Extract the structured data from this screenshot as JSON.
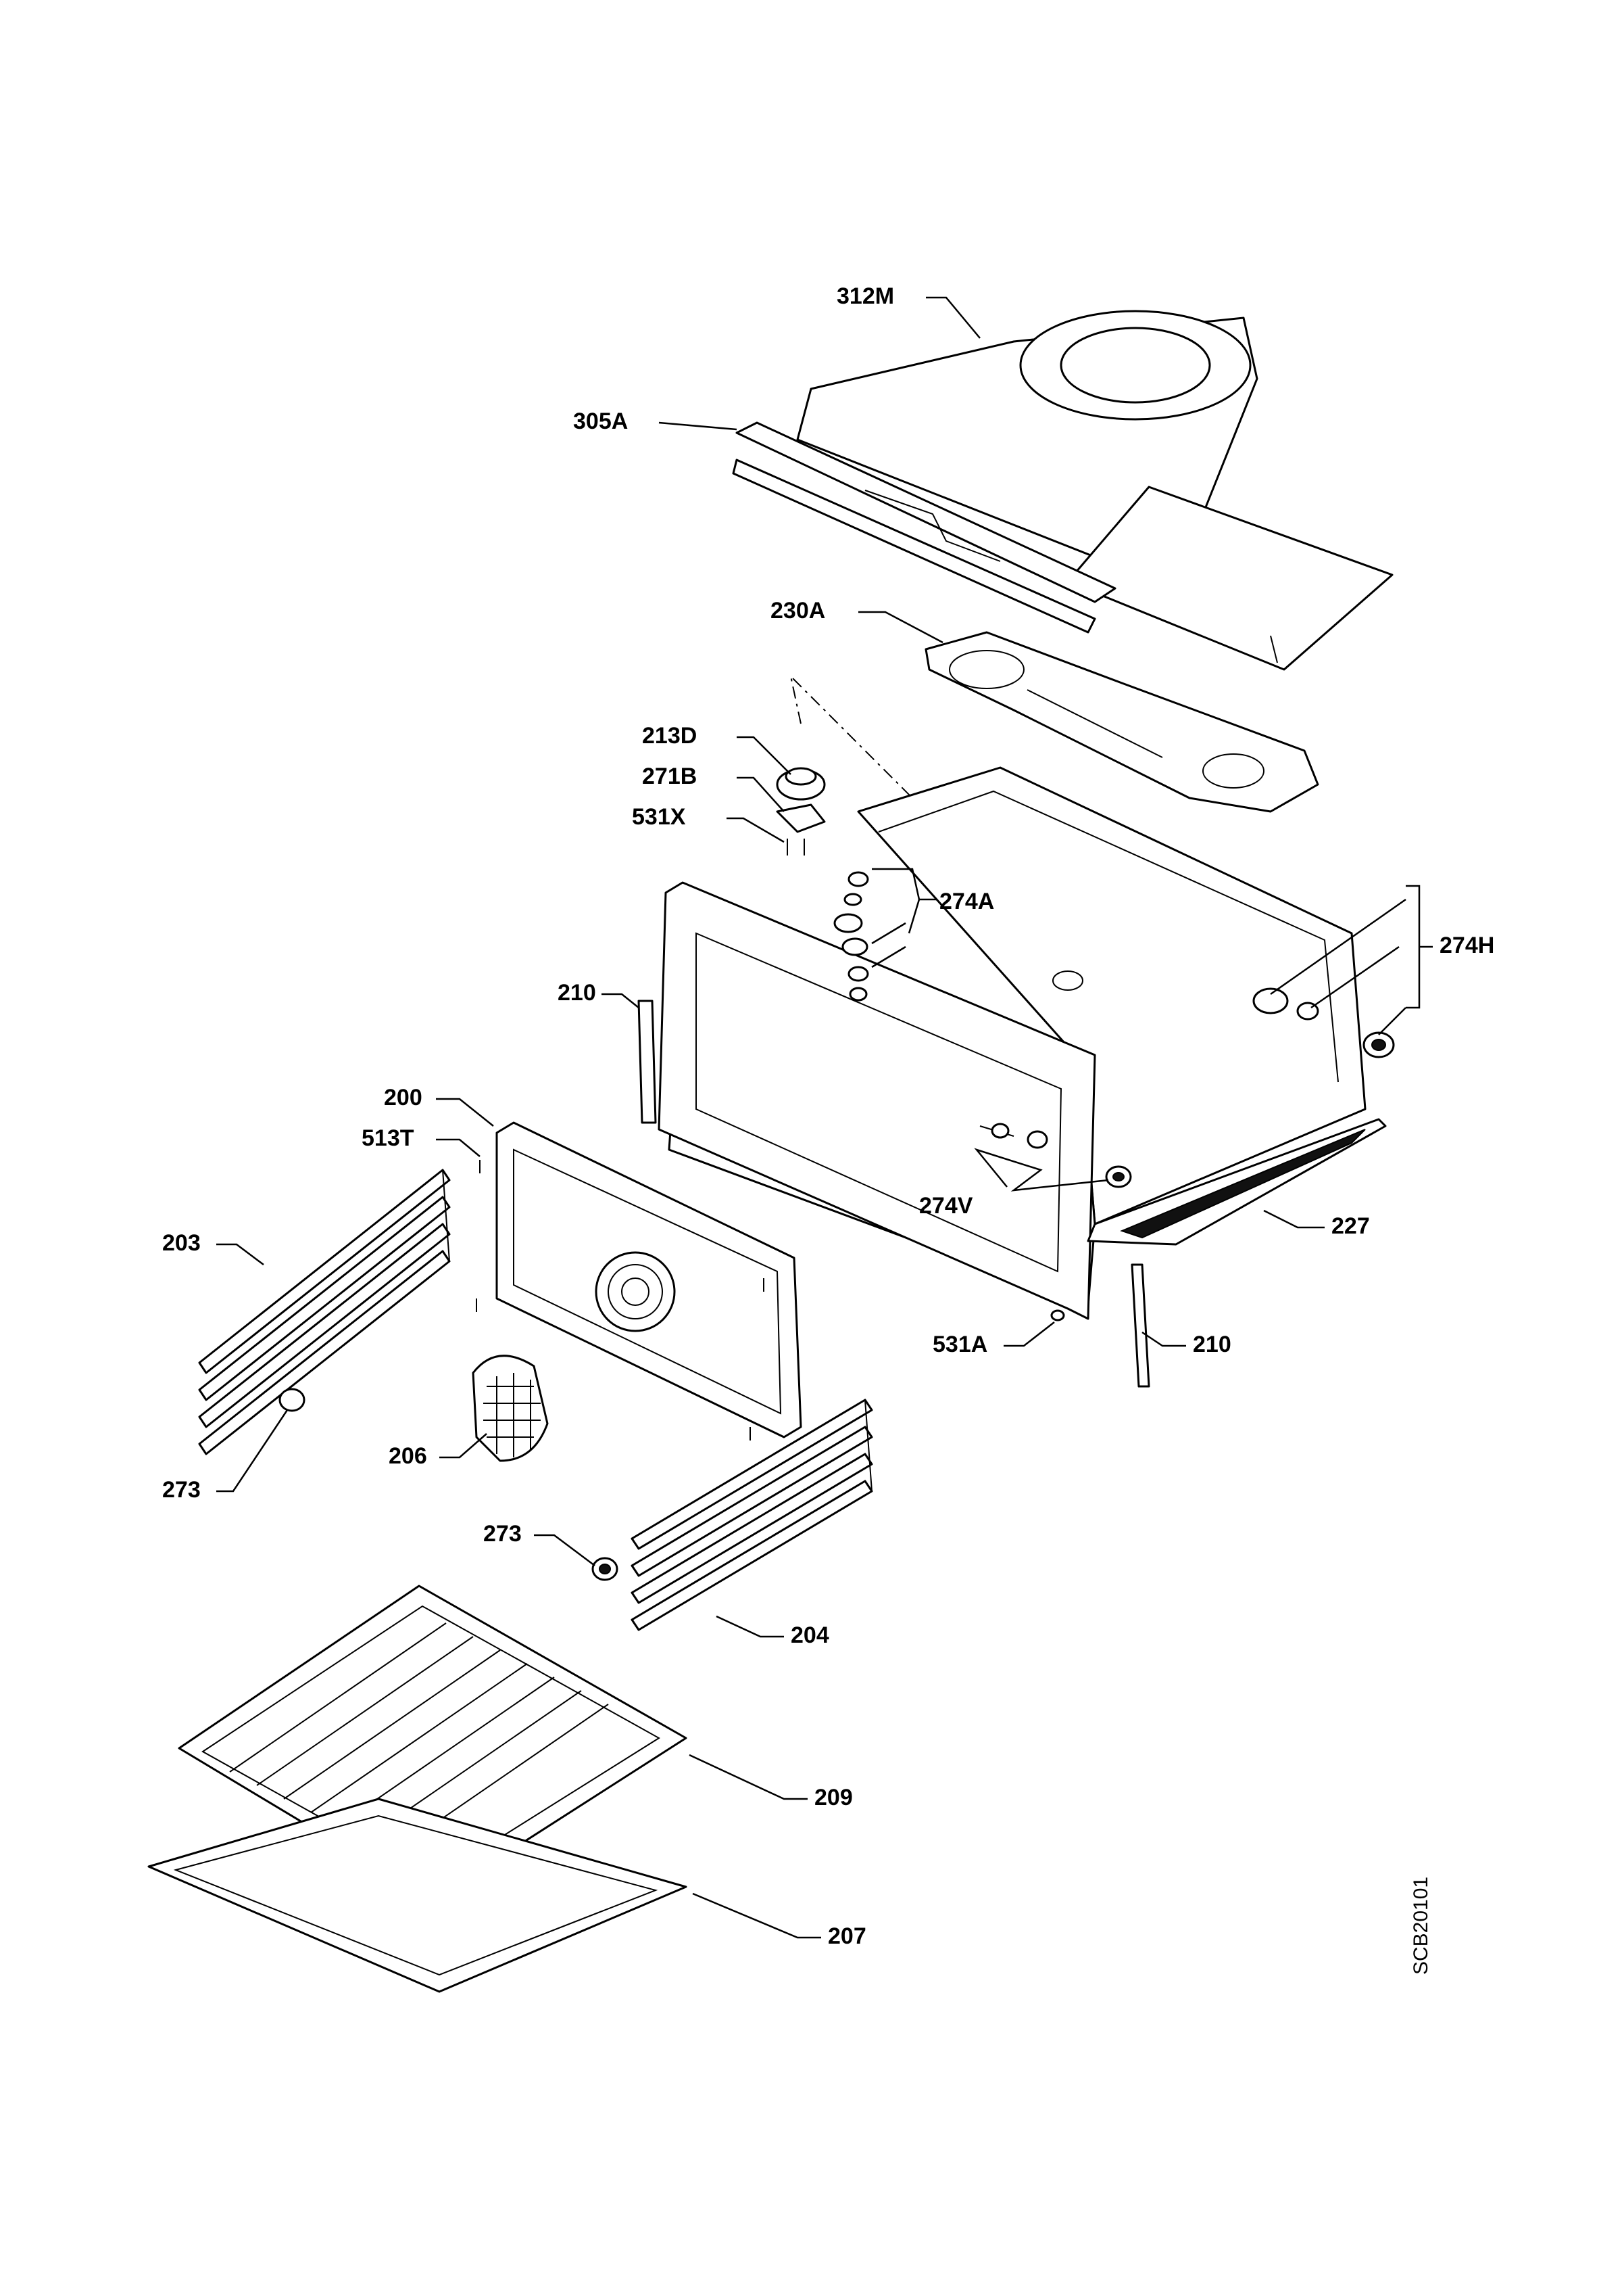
{
  "labels": {
    "p312M": "312M",
    "p305A": "305A",
    "p230A": "230A",
    "p213D": "213D",
    "p271B": "271B",
    "p531X": "531X",
    "p274A": "274A",
    "p274H": "274H",
    "p210_left": "210",
    "p200": "200",
    "p513T": "513T",
    "p203": "203",
    "p274V": "274V",
    "p227": "227",
    "p531A": "531A",
    "p210_right": "210",
    "p206": "206",
    "p273_left": "273",
    "p273_right": "273",
    "p204": "204",
    "p209": "209",
    "p207": "207"
  },
  "drawing_ref": "SCB20101"
}
